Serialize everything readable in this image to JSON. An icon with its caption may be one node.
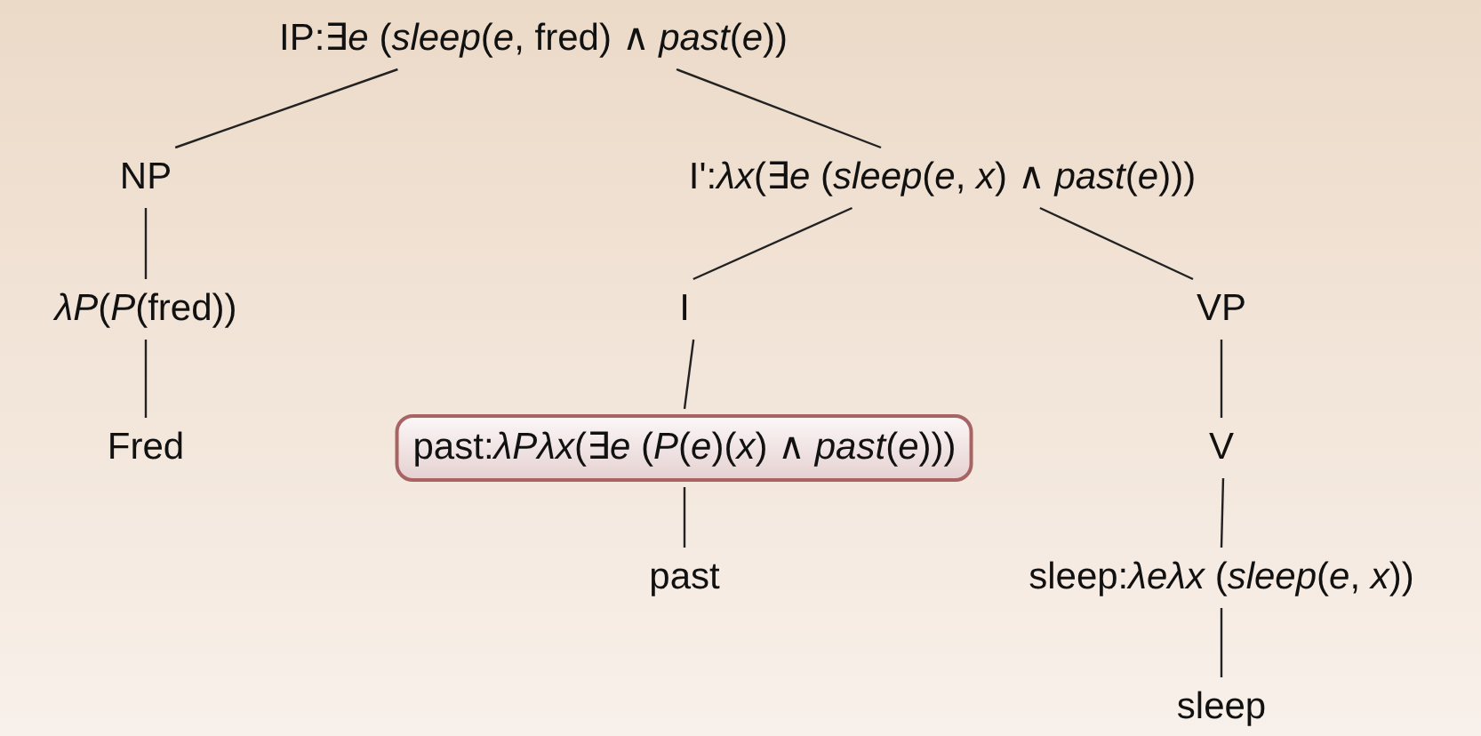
{
  "diagram": {
    "nodes": [
      {
        "text": [
          "IP:∃*e* (*sleep*(*e*, fred) ∧ *past*(*e*))"
        ]
      },
      {
        "text": [
          "NP"
        ]
      },
      {
        "text": [
          "I':*λx*(∃*e* (*sleep*(*e*, *x*) ∧ *past*(*e*)))"
        ]
      },
      {
        "text": [
          "*λP*(*P*(fred))"
        ]
      },
      {
        "text": [
          "I"
        ]
      },
      {
        "text": [
          "VP"
        ]
      },
      {
        "text": [
          "Fred"
        ]
      },
      {
        "text": [
          "past:*λPλx*(∃*e* (*P*(*e*)(*x*) ∧ *past*(*e*)))"
        ]
      },
      {
        "text": [
          "V"
        ]
      },
      {
        "text": [
          "past"
        ]
      },
      {
        "text": [
          "sleep:*λeλx* (*sleep*(*e*, *x*))"
        ]
      },
      {
        "text": [
          "sleep"
        ]
      }
    ],
    "edges": [
      {
        "from": 0,
        "to": 1,
        "arrow": "none"
      },
      {
        "from": 0,
        "to": 2,
        "arrow": "none"
      },
      {
        "from": 1,
        "to": 3,
        "arrow": "none"
      },
      {
        "from": 3,
        "to": 6,
        "arrow": "none"
      },
      {
        "from": 2,
        "to": 4,
        "arrow": "none"
      },
      {
        "from": 2,
        "to": 5,
        "arrow": "none"
      },
      {
        "from": 4,
        "to": 7,
        "arrow": "none"
      },
      {
        "from": 7,
        "to": 9,
        "arrow": "none"
      },
      {
        "from": 5,
        "to": 8,
        "arrow": "none"
      },
      {
        "from": 8,
        "to": 10,
        "arrow": "none"
      },
      {
        "from": 10,
        "to": 11,
        "arrow": "none"
      }
    ]
  }
}
